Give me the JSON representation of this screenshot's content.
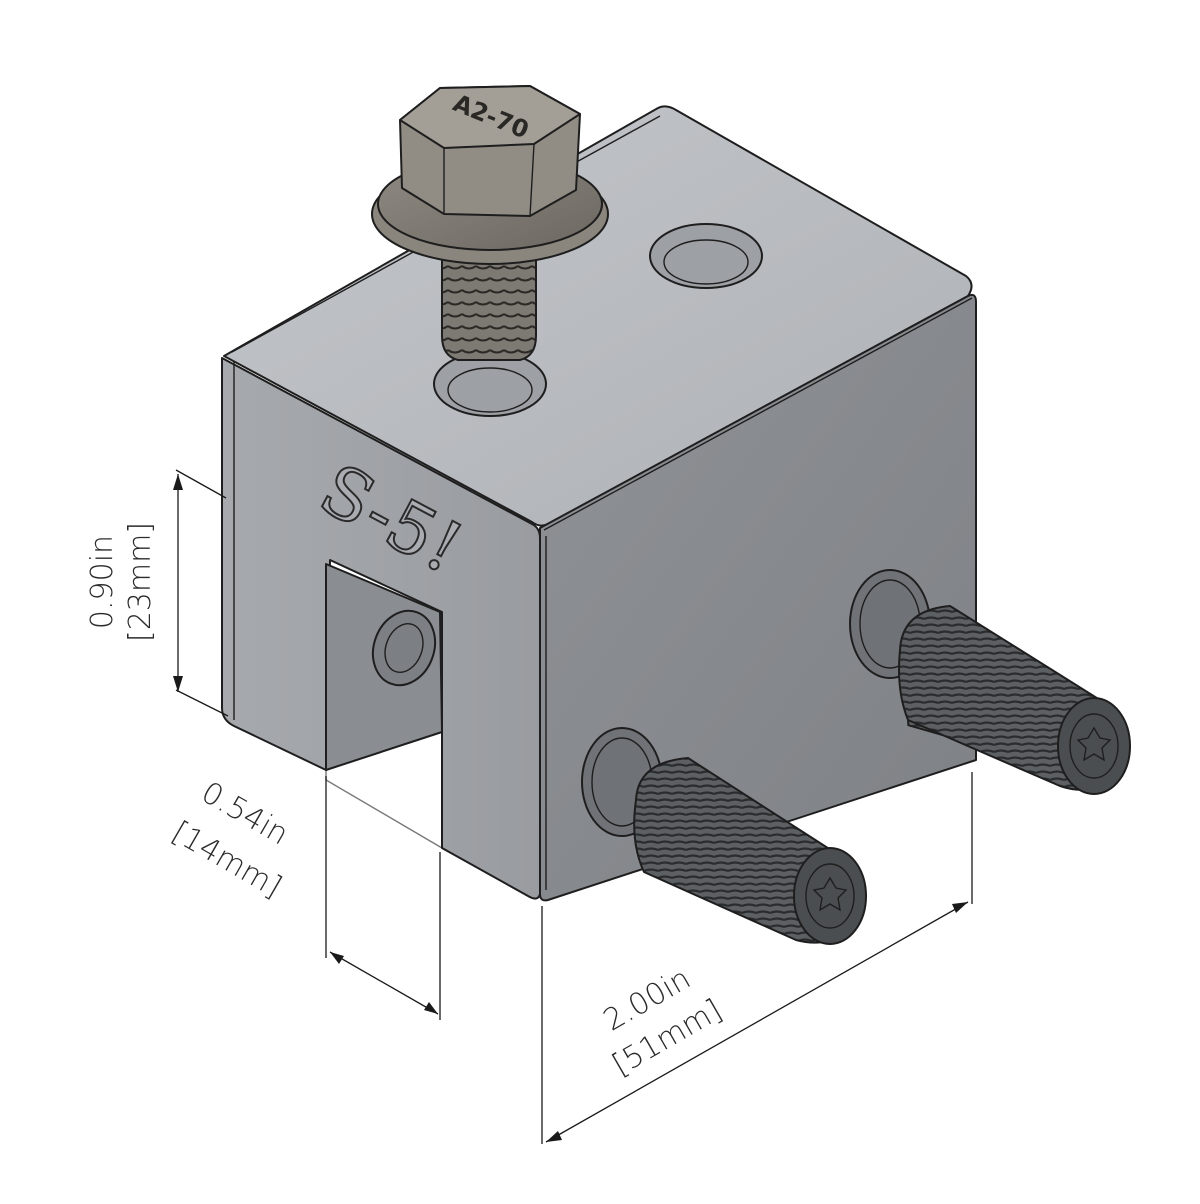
{
  "part": {
    "brand_mark": "S-5!",
    "bolt_marking": "A2-70"
  },
  "dimensions": {
    "height": {
      "imperial": "0.90in",
      "metric": "[23mm]"
    },
    "slot_width": {
      "imperial": "0.54in",
      "metric": "[14mm]"
    },
    "length": {
      "imperial": "2.00in",
      "metric": "[51mm]"
    }
  },
  "colors": {
    "background": "#ffffff",
    "aluminum_light": "#b9bcc0",
    "aluminum_side": "#8c8f93",
    "aluminum_front": "#9fa2a6",
    "bolt_steel": "#7b776f",
    "setscrew_dark": "#55585b",
    "outline": "#1e1e1e"
  },
  "icons": {
    "hex_bolt": "hex-flange-bolt-icon",
    "set_screw": "torx-set-screw-icon",
    "threaded_hole": "threaded-hole-icon"
  }
}
